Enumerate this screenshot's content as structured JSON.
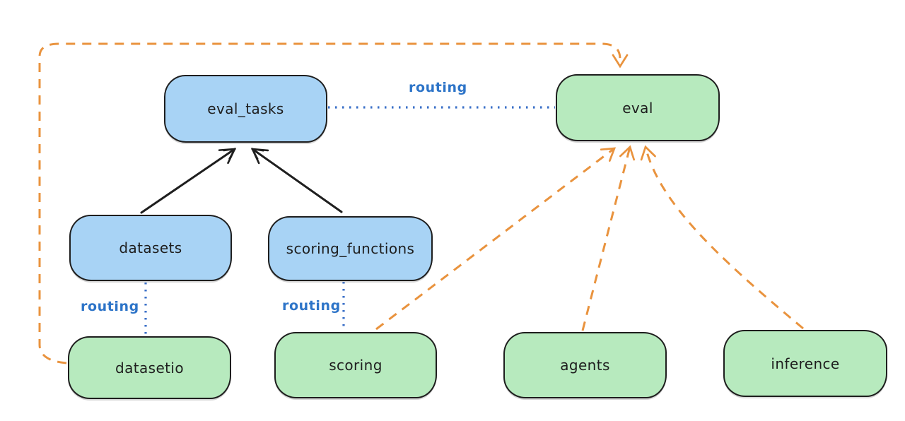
{
  "diagram": {
    "type": "architecture-diagram",
    "background": "#ffffff",
    "colors": {
      "node_border": "#1e1e1e",
      "node_text": "#1e1e1e",
      "blue_fill": "#a8d3f5",
      "green_fill": "#b7eabe",
      "black_arrow": "#1e1e1e",
      "orange_arrow": "#e9933e",
      "routing_line": "#3b70c8",
      "routing_text": "#2d74c8"
    },
    "nodes": {
      "eval_tasks": {
        "label": "eval_tasks",
        "fill": "blue"
      },
      "eval": {
        "label": "eval",
        "fill": "green"
      },
      "datasets": {
        "label": "datasets",
        "fill": "blue"
      },
      "scoring_functions": {
        "label": "scoring_functions",
        "fill": "blue"
      },
      "datasetio": {
        "label": "datasetio",
        "fill": "green"
      },
      "scoring": {
        "label": "scoring",
        "fill": "green"
      },
      "agents": {
        "label": "agents",
        "fill": "green"
      },
      "inference": {
        "label": "inference",
        "fill": "green"
      }
    },
    "edges": {
      "eval_tasks_to_eval": {
        "from": "eval_tasks",
        "to": "eval",
        "style": "dotted-blue",
        "label": "routing"
      },
      "datasets_to_datasetio": {
        "from": "datasets",
        "to": "datasetio",
        "style": "dotted-blue",
        "label": "routing"
      },
      "scoring_functions_to_scoring": {
        "from": "scoring_functions",
        "to": "scoring",
        "style": "dotted-blue",
        "label": "routing"
      },
      "datasets_to_eval_tasks": {
        "from": "datasets",
        "to": "eval_tasks",
        "style": "solid-black-arrow",
        "label": ""
      },
      "scoring_functions_to_eval_tasks": {
        "from": "scoring_functions",
        "to": "eval_tasks",
        "style": "solid-black-arrow",
        "label": ""
      },
      "scoring_to_eval": {
        "from": "scoring",
        "to": "eval",
        "style": "dashed-orange-arrow",
        "label": ""
      },
      "agents_to_eval": {
        "from": "agents",
        "to": "eval",
        "style": "dashed-orange-arrow",
        "label": ""
      },
      "inference_to_eval": {
        "from": "inference",
        "to": "eval",
        "style": "dashed-orange-arrow",
        "label": ""
      },
      "datasetio_to_eval": {
        "from": "datasetio",
        "to": "eval",
        "style": "dashed-orange-arrow",
        "label": "",
        "route": "left-and-top-loop"
      }
    }
  }
}
